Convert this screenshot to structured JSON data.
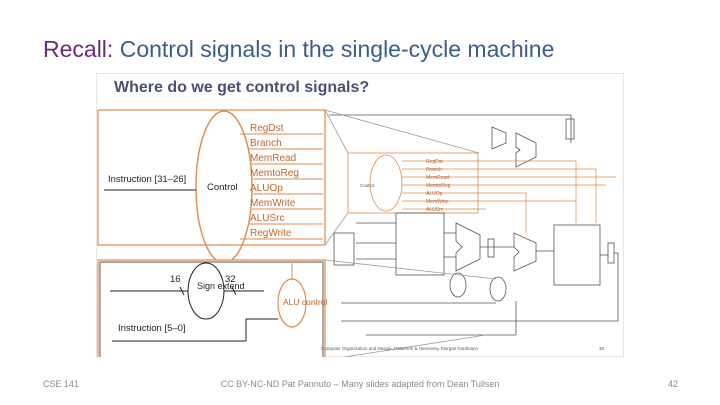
{
  "slide": {
    "title_accent": "Recall:",
    "title_rest": " Control signals in the single-cycle machine"
  },
  "figure": {
    "heading": "Where do we get control signals?",
    "control_unit_label": "Control",
    "instruction_label": "Instruction [31–26]",
    "control_signals": [
      "RegDst",
      "Branch",
      "MemRead",
      "MemtoReg",
      "ALUOp",
      "MemWrite",
      "ALUSrc",
      "RegWrite"
    ],
    "sign_extend": {
      "label": "Sign extend",
      "in_width": "16",
      "out_width": "32"
    },
    "alu_control": {
      "label": "ALU control",
      "instruction_label": "Instruction [5–0]"
    },
    "credit": "Computer Organization and Design, Patterson & Hennessy, Morgan Kaufmann",
    "credit_page": "30"
  },
  "footer": {
    "course": "CSE 141",
    "license": "CC BY-NC-ND Pat Pannuto – Many slides adapted from Dean Tullsen",
    "page_number": "42"
  },
  "colors": {
    "title": "#3a5e8c",
    "accent": "#6a2c78",
    "control": "#e08a4a",
    "footer": "#8a8a8a"
  }
}
